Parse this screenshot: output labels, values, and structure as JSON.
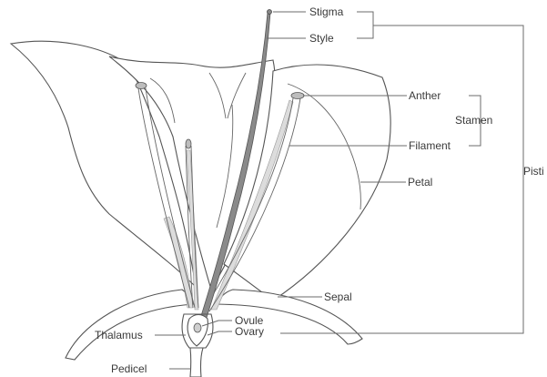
{
  "diagram": {
    "labels": {
      "stigma": "Stigma",
      "style": "Style",
      "anther": "Anther",
      "stamen": "Stamen",
      "filament": "Filament",
      "pistil": "Pisti",
      "petal": "Petal",
      "sepal": "Sepal",
      "thalamus": "Thalamus",
      "ovule": "Ovule",
      "ovary": "Ovary",
      "pedicel": "Pedicel"
    }
  }
}
